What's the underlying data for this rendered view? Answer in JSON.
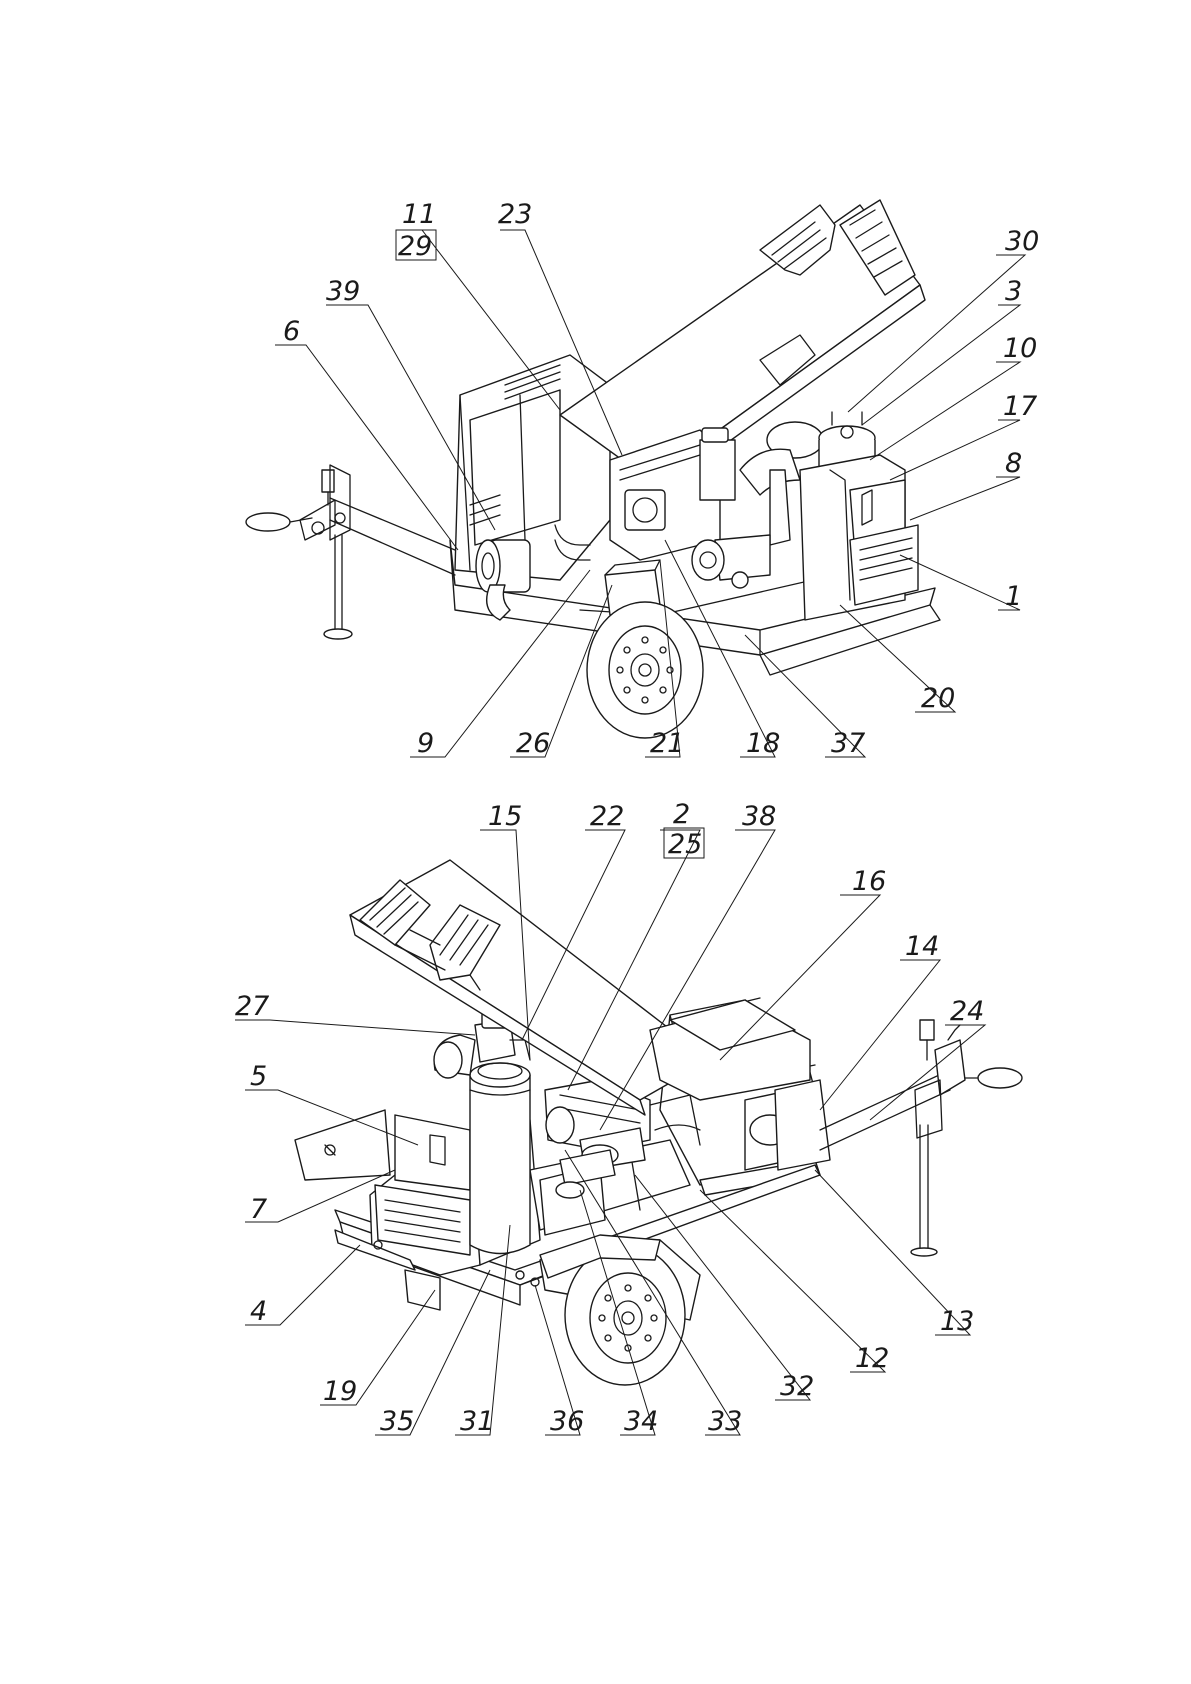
{
  "callouts": {
    "top": [
      "11",
      "29",
      "23",
      "39",
      "6",
      "30",
      "3",
      "10",
      "17",
      "8",
      "1",
      "20",
      "37",
      "18",
      "21",
      "26",
      "9"
    ],
    "bottom": [
      "15",
      "22",
      "2",
      "25",
      "38",
      "16",
      "14",
      "24",
      "27",
      "5",
      "7",
      "4",
      "19",
      "35",
      "31",
      "36",
      "34",
      "33",
      "32",
      "12",
      "13"
    ]
  }
}
